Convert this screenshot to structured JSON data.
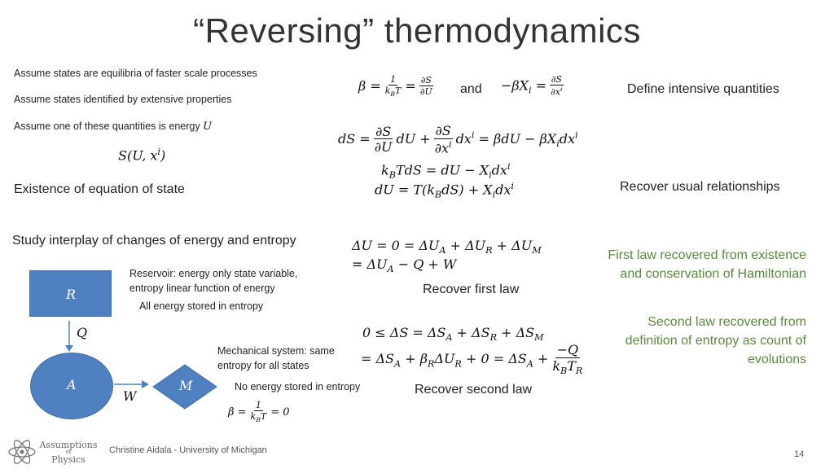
{
  "title": "“Reversing” thermodynamics",
  "left_text": {
    "assume1": "Assume states are equilibria of faster scale processes",
    "assume2": "Assume states identified by extensive properties",
    "assume3": "Assume one of these quantities is energy",
    "energy_symbol": "U",
    "state_fn": "S(U, x",
    "state_fn_sup": "i",
    "state_fn_close": ")",
    "existence": "Existence of equation of state",
    "study": "Study interplay of changes of energy and entropy"
  },
  "right_text": {
    "and": "and",
    "define": "Define intensive quantities",
    "recover_usual": "Recover usual relationships",
    "recover_first": "Recover first law",
    "recover_second": "Recover second law",
    "first_law_note": "First law recovered from existence and conservation of Hamiltonian",
    "second_law_note": "Second law recovered from definition of entropy as count of evolutions"
  },
  "diagram": {
    "reservoir_label": "R",
    "system_label": "A",
    "mechanical_label": "M",
    "heat_label": "Q",
    "work_label": "W",
    "reservoir_note1": "Reservoir: energy only state variable,",
    "reservoir_note2": "entropy linear function of energy",
    "reservoir_note3": "All energy stored in entropy",
    "mech_note1": "Mechanical system: same",
    "mech_note2": "entropy for all states",
    "mech_note3": "No energy stored in entropy"
  },
  "footer": {
    "logo_line1": "Assumptions",
    "logo_line2": "of",
    "logo_line3": "Physics",
    "author": "Christine Aidala - University of Michigan",
    "page_number": "14"
  },
  "colors": {
    "shape_fill": "#4f80bf",
    "green_text": "#5a8a3a"
  }
}
